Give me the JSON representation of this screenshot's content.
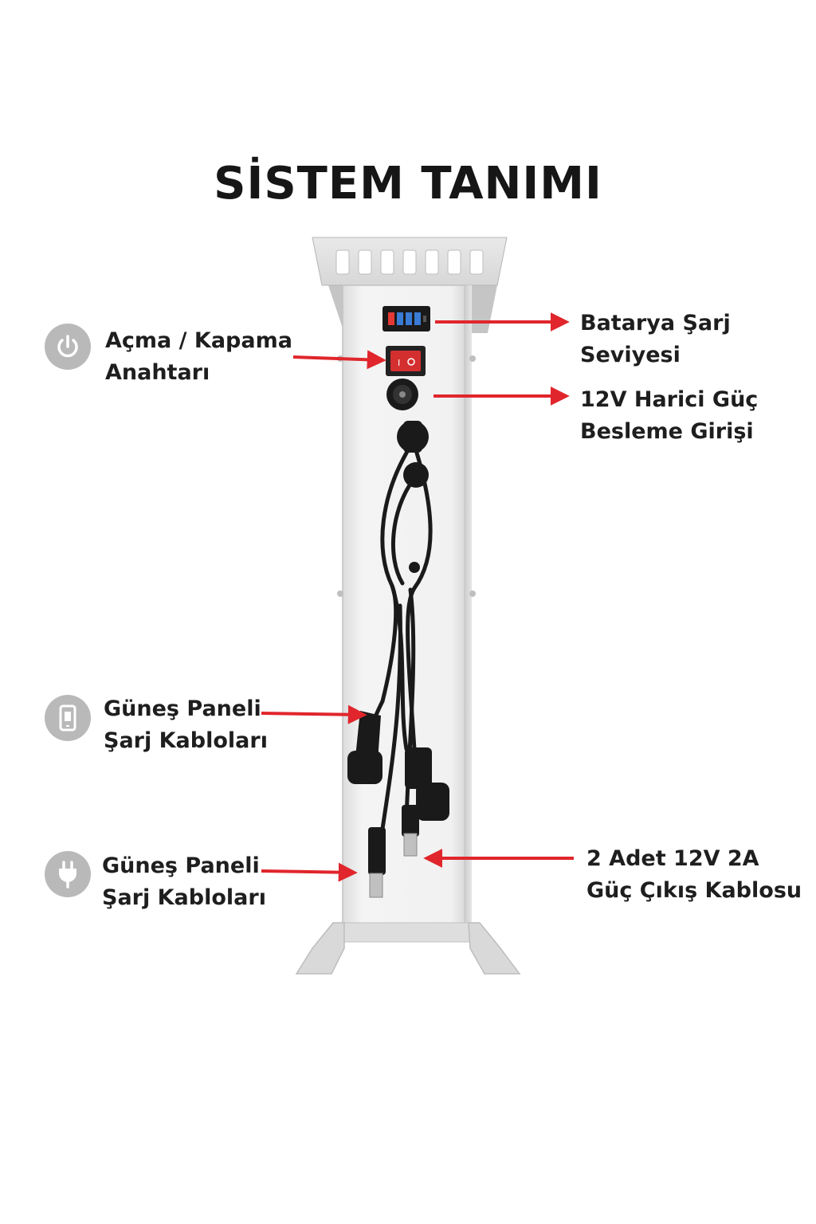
{
  "title": "SİSTEM TANIMI",
  "labels": {
    "power_switch": [
      "Açma / Kapama",
      "Anahtarı"
    ],
    "battery_level": [
      "Batarya Şarj",
      "Seviyesi"
    ],
    "external_input": [
      "12V Harici Güç",
      "Besleme Girişi"
    ],
    "solar_cables_1": [
      "Güneş Paneli",
      "Şarj Kabloları"
    ],
    "solar_cables_2": [
      "Güneş Paneli",
      "Şarj Kabloları"
    ],
    "power_output": [
      "2 Adet 12V 2A",
      "Güç Çıkış Kablosu"
    ]
  },
  "icons": {
    "power_switch": "power-icon",
    "solar_cables_1": "phone-charge-icon",
    "solar_cables_2": "plug-icon"
  },
  "colors": {
    "arrow": "#e0262c",
    "icon_bg": "#b9b9b9",
    "housing": "#ececec",
    "battery_blue": "#3a7bd5",
    "battery_red": "#e53935",
    "switch_red": "#d32f2f",
    "cable": "#1a1a1a"
  }
}
